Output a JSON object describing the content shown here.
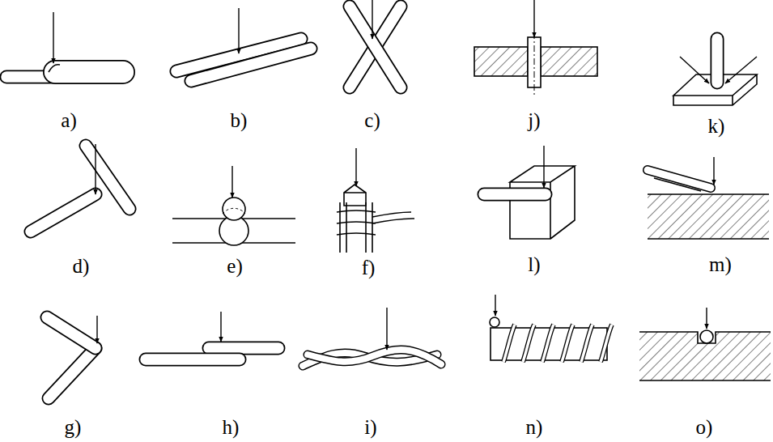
{
  "diagram": {
    "labels": [
      "a)",
      "b)",
      "c)",
      "j)",
      "k)",
      "d)",
      "e)",
      "f)",
      "l)",
      "m)",
      "g)",
      "h)",
      "i)",
      "n)",
      "o)"
    ]
  }
}
